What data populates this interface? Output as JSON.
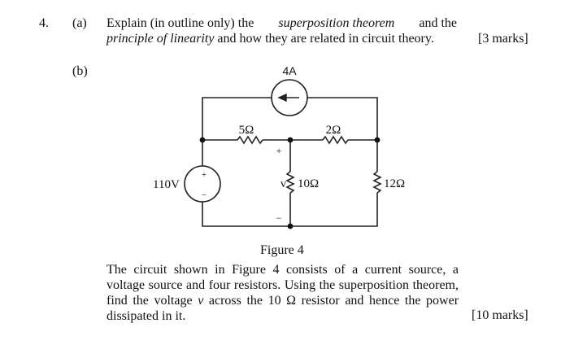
{
  "question": {
    "number": "4.",
    "part_a": {
      "label": "(a)",
      "line1_pre": "Explain (in outline only) the",
      "line1_em": "superposition theorem",
      "line1_post": "and the",
      "line2_em": "principle of linearity",
      "line2_post": "and how they are related in circuit theory.",
      "marks": "[3 marks]"
    },
    "part_b": {
      "label": "(b)",
      "figure_caption": "Figure 4",
      "text_pre": "The circuit shown in Figure 4 consists of a current source, a voltage source and four resistors. Using the superposition theorem, find the voltage",
      "text_var": "v",
      "text_post": "across the 10 Ω resistor and hence the power dissipated in it.",
      "marks": "[10 marks]"
    }
  },
  "circuit": {
    "current_source": {
      "label": "4A",
      "direction": "left"
    },
    "voltage_source": {
      "label": "110V",
      "plus": "+",
      "minus": "−"
    },
    "resistors": [
      {
        "id": "r1",
        "label": "5Ω"
      },
      {
        "id": "r2",
        "label": "2Ω"
      },
      {
        "id": "r3",
        "label": "10Ω"
      },
      {
        "id": "r4",
        "label": "12Ω"
      }
    ],
    "measured_voltage": {
      "label": "v",
      "plus": "+",
      "minus": "−"
    }
  }
}
